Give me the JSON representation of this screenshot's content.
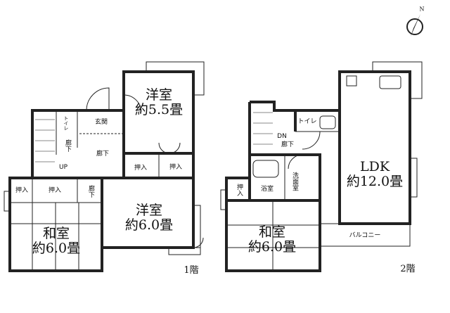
{
  "floor1": {
    "label": "1階",
    "rooms": {
      "western_a": {
        "name": "洋室",
        "size": "約5.5畳"
      },
      "western_b": {
        "name": "洋室",
        "size": "約6.0畳"
      },
      "japanese": {
        "name": "和室",
        "size": "約6.0畳"
      },
      "entrance": "玄関",
      "hall": "廊下",
      "hall_small_1": "廊下",
      "hall_small_2": "廊下",
      "toilet": "トイレ",
      "stairs": "UP",
      "closet_1": "押入",
      "closet_2": "押入",
      "closet_3": "押入",
      "closet_4": "押入"
    }
  },
  "floor2": {
    "label": "2階",
    "rooms": {
      "ldk": {
        "name": "LDK",
        "size": "約12.0畳"
      },
      "japanese": {
        "name": "和室",
        "size": "約6.0畳"
      },
      "toilet": "トイレ",
      "hall": "廊下",
      "stairs": "DN",
      "bath": "浴室",
      "washroom": "洗面室",
      "closet": "押入",
      "balcony": "バルコニー"
    }
  },
  "compass": {
    "label": "N"
  }
}
